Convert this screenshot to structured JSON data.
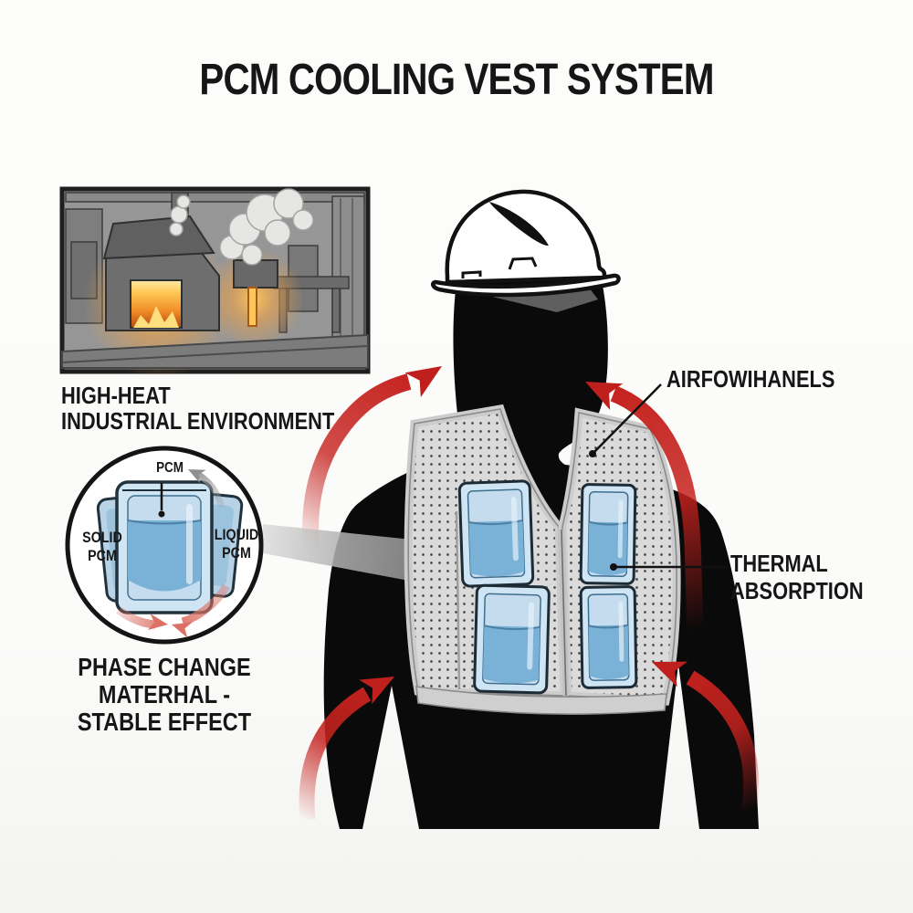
{
  "title": "PCM COOLING VEST SYSTEM",
  "industrial_scene": {
    "label_line1": "HIGH-HEAT",
    "label_line2": "INDUSTRIAL ENVIRONMENT"
  },
  "pcm_detail": {
    "top_label": "PCM",
    "solid_line1": "SOLID",
    "solid_line2": "PCM",
    "liquid_line1": "LIQUID",
    "liquid_line2": "PCM",
    "caption_line1": "PHASE CHANGE",
    "caption_line2": "MATERHAL -",
    "caption_line3": "STABLE EFFECT"
  },
  "vest_annotations": {
    "airflow_label": "AIRFOWIHANELS",
    "thermal_line1": "THERMAL",
    "thermal_line2": "ABSORPTION"
  },
  "colors": {
    "arrow_red": "#c5221e",
    "soft_arrow_red": "#dc7064",
    "pack_liquid_blue": "#7ab1d6",
    "pack_light_blue": "#cfe5f3",
    "vest_gray": "#dadada",
    "silhouette_black": "#0a0a0a",
    "beam_gray": "#8a8a8a"
  }
}
